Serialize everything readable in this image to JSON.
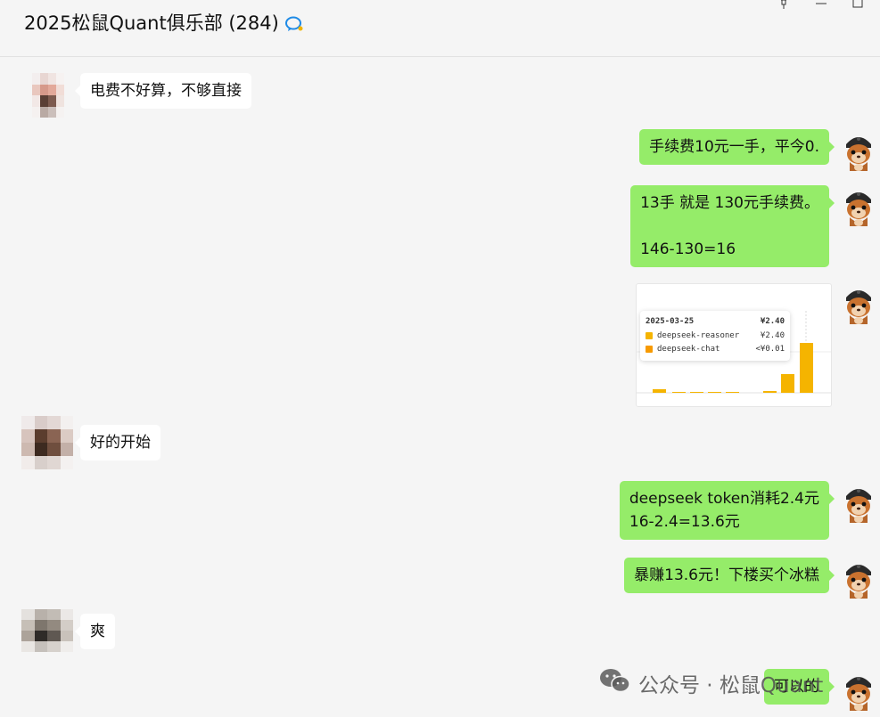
{
  "window": {
    "title": "2025松鼠Quant俱乐部 (284)",
    "title_icon": "chat-bubble-icon",
    "controls": [
      "pin-icon",
      "minimize-icon",
      "maximize-icon"
    ]
  },
  "messages": [
    {
      "direction": "in",
      "text": "电费不好算，不够直接"
    },
    {
      "direction": "out",
      "text": "手续费10元一手，平今0."
    },
    {
      "direction": "out",
      "text": "13手 就是 130元手续费。\n\n146-130=16"
    },
    {
      "direction": "out",
      "type": "image"
    },
    {
      "direction": "in",
      "text": "好的开始"
    },
    {
      "direction": "out",
      "text": "deepseek token消耗2.4元\n16-2.4=13.6元"
    },
    {
      "direction": "out",
      "text": "暴赚13.6元！下楼买个冰糕"
    },
    {
      "direction": "in",
      "text": "爽"
    },
    {
      "direction": "out",
      "text": "可以的"
    }
  ],
  "image_card": {
    "tooltip": {
      "date": "2025-03-25",
      "total": "¥2.40",
      "rows": [
        {
          "label": "deepseek-reasoner",
          "value": "¥2.40",
          "color": "#f5b400"
        },
        {
          "label": "deepseek-chat",
          "value": "<¥0.01",
          "color": "#f79a00"
        }
      ]
    }
  },
  "watermark": {
    "icon": "wechat-icon",
    "text": "公众号 · 松鼠Quant"
  },
  "colors": {
    "bubble_out": "#95ec69",
    "bubble_in": "#ffffff",
    "bar": "#f5b400"
  }
}
